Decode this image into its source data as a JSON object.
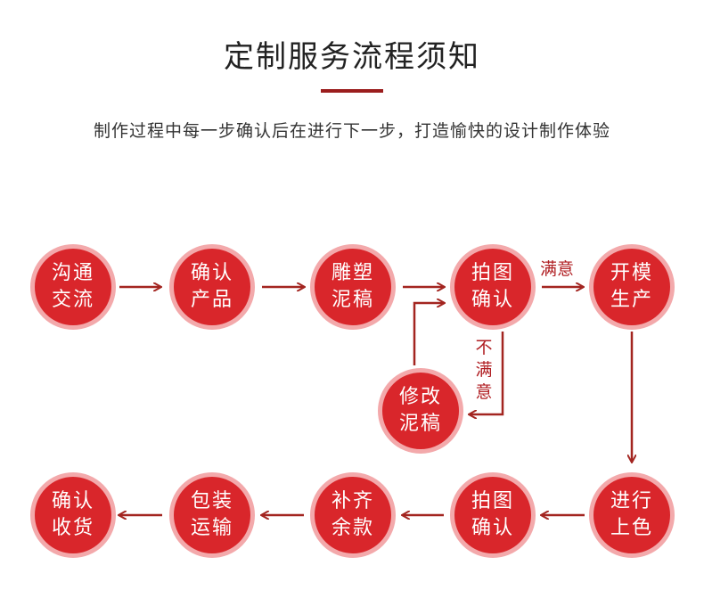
{
  "header": {
    "title": "定制服务流程须知",
    "subtitle": "制作过程中每一步确认后在进行下一步，打造愉快的设计制作体验"
  },
  "colors": {
    "node_fill": "#d9262b",
    "node_ring": "#f3a9ab",
    "arrow": "#a32520",
    "accent_bar": "#9b1d1d"
  },
  "nodes": {
    "communicate": {
      "line1": "沟通",
      "line2": "交流"
    },
    "confirm_product": {
      "line1": "确认",
      "line2": "产品"
    },
    "sculpt_draft": {
      "line1": "雕塑",
      "line2": "泥稿"
    },
    "photo_confirm_1": {
      "line1": "拍图",
      "line2": "确认"
    },
    "mold_production": {
      "line1": "开模",
      "line2": "生产"
    },
    "revise_draft": {
      "line1": "修改",
      "line2": "泥稿"
    },
    "coloring": {
      "line1": "进行",
      "line2": "上色"
    },
    "photo_confirm_2": {
      "line1": "拍图",
      "line2": "确认"
    },
    "balance_payment": {
      "line1": "补齐",
      "line2": "余款"
    },
    "packaging": {
      "line1": "包装",
      "line2": "运输"
    },
    "confirm_receipt": {
      "line1": "确认",
      "line2": "收货"
    }
  },
  "edge_labels": {
    "satisfied": "满意",
    "not_satisfied": [
      "不",
      "满",
      "意"
    ]
  }
}
